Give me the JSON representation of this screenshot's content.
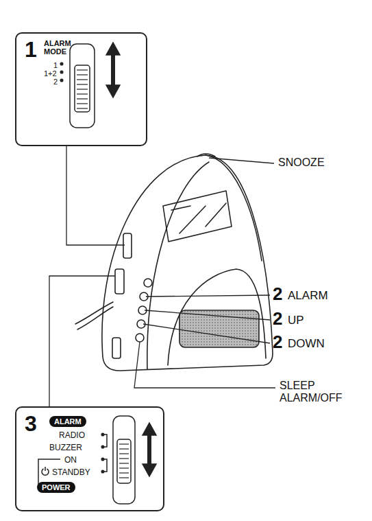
{
  "diagram": {
    "nodes": [
      {
        "text": [
          "1",
          "ALARM MODE",
          "1",
          "1+2",
          "2"
        ]
      },
      {
        "text": [
          "3",
          "ALARM",
          "RADIO",
          "BUZZER",
          "ON",
          "STANDBY",
          "POWER"
        ]
      }
    ],
    "labels": [
      "SNOOZE",
      "2",
      "ALARM",
      "2",
      "UP",
      "2",
      "DOWN",
      "SLEEP ALARM/OFF"
    ]
  }
}
